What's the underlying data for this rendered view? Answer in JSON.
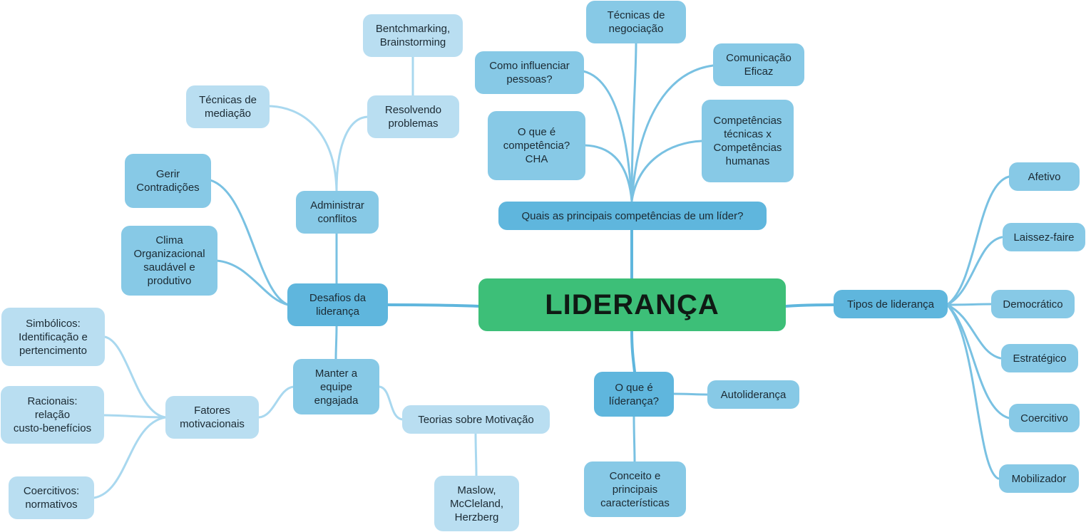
{
  "colors": {
    "root": "#3dbf78",
    "level1": "#5fb6dd",
    "level2": "#87c9e6",
    "level3": "#b9def1",
    "link_main": "#5fb6dd",
    "link_mid": "#79c1e2",
    "link_light": "#a9d8ef"
  },
  "root": {
    "label": "LIDERANÇA"
  },
  "nodes": {
    "quais_competencias": "Quais as principais competências de um líder?",
    "tecnicas_negociacao": "Técnicas de\nnegociação",
    "como_influenciar": "Como influenciar\npessoas?",
    "comunicacao_eficaz": "Comunicação\nEficaz",
    "o_que_e_competencia": "O que é\ncompetência?\nCHA",
    "competencias_tecnicas": "Competências\ntécnicas x\nCompetências\nhumanas",
    "tipos_lideranca": "Tipos de liderança",
    "afetivo": "Afetivo",
    "laissez_faire": "Laissez-faire",
    "democratico": "Democrático",
    "estrategico": "Estratégico",
    "coercitivo": "Coercitivo",
    "mobilizador": "Mobilizador",
    "o_que_e_lideranca": "O que é\nlíderança?",
    "autolideranca": "Autoliderança",
    "conceito": "Conceito e\nprincipais\ncaracterísticas",
    "desafios": "Desafios da\nliderança",
    "administrar_conflitos": "Administrar\nconflitos",
    "resolvendo_problemas": "Resolvendo\nproblemas",
    "bentchmarking": "Bentchmarking,\nBrainstorming",
    "tecnicas_mediacao": "Técnicas de\nmediação",
    "gerir_contradicoes": "Gerir\nContradições",
    "clima_organizacional": "Clima\nOrganizacional\nsaudável e\nprodutivo",
    "manter_equipe": "Manter a\nequipe\nengajada",
    "teorias_motivacao": "Teorias sobre Motivação",
    "maslow": "Maslow,\nMcCleland,\nHerzberg",
    "fatores_motivacionais": "Fatores\nmotivacionais",
    "simbolicos": "Simbólicos:\nIdentificação e\npertencimento",
    "racionais": "Racionais:\nrelação\ncusto-benefícios",
    "coercitivos_normativos": "Coercitivos:\nnormativos"
  }
}
